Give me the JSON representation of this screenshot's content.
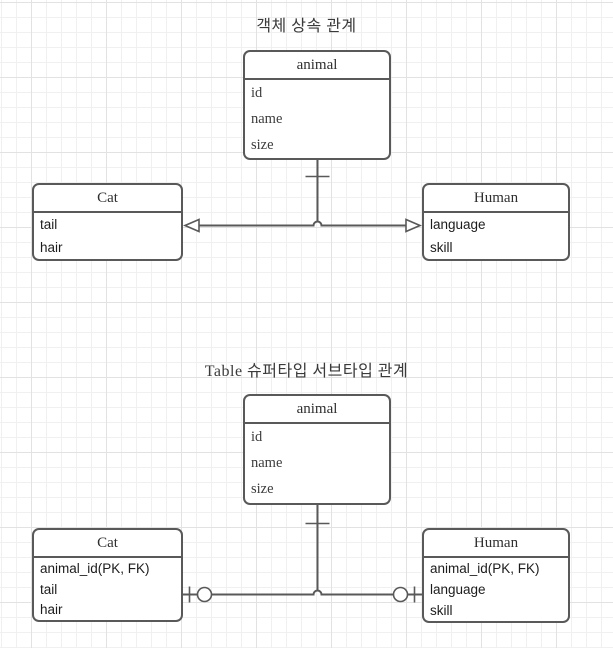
{
  "diagram1": {
    "title": "객체 상속 관계",
    "animal": {
      "title": "animal",
      "rows": [
        "id",
        "name",
        "size"
      ]
    },
    "cat": {
      "title": "Cat",
      "rows": [
        "tail",
        "hair"
      ]
    },
    "human": {
      "title": "Human",
      "rows": [
        "language",
        "skill"
      ]
    }
  },
  "diagram2": {
    "title": "Table 슈퍼타입 서브타입 관계",
    "animal": {
      "title": "animal",
      "rows": [
        "id",
        "name",
        "size"
      ]
    },
    "cat": {
      "title": "Cat",
      "rows": [
        "animal_id(PK, FK)",
        "tail",
        "hair"
      ]
    },
    "human": {
      "title": "Human",
      "rows": [
        "animal_id(PK, FK)",
        "language",
        "skill"
      ]
    }
  },
  "notation": {
    "diagram1_marker": "open-triangle-inheritance-arrow",
    "diagram2_parent_marker": "one-tick",
    "diagram2_child_marker": "zero-or-one-circle-tick"
  },
  "colors": {
    "line": "#595959",
    "background": "#ffffff",
    "grid_minor": "#f0f0f0",
    "grid_major": "#e2e2e2",
    "text": "#2f2f2f"
  }
}
